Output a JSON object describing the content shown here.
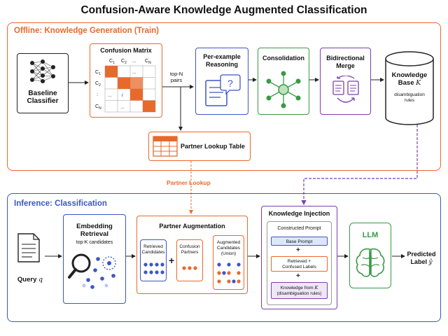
{
  "title": "Confusion-Aware Knowledge Augmented Classification",
  "colors": {
    "orange": "#e8692c",
    "blue": "#3d56c5",
    "green": "#3a9a48",
    "purple": "#7b3fb0",
    "dark": "#222222"
  },
  "offline": {
    "label": "Offline: Knowledge Generation (Train)",
    "baseline": {
      "line1": "Baseline",
      "line2": "Classifier"
    },
    "confusion": {
      "title": "Confusion Matrix",
      "cols": [
        "C",
        "C",
        "...",
        "C"
      ],
      "col_subs": [
        "1",
        "2",
        "",
        "N"
      ],
      "rows": [
        "C",
        "C",
        ":",
        "C"
      ],
      "row_subs": [
        "1",
        "2",
        "",
        "N"
      ],
      "cell_dots": "...",
      "cell_i": "i"
    },
    "topn": {
      "line1": "top-N",
      "line2": "pairs"
    },
    "reasoning": {
      "line1": "Per-example",
      "line2": "Reasoning",
      "q": "?"
    },
    "consolidation": {
      "label": "Consolidation"
    },
    "merge": {
      "line1": "Bidirectional",
      "line2": "Merge"
    },
    "kb": {
      "line1": "Knowledge",
      "line2": "Base",
      "symbol": "K",
      "sub1": "disambiguation",
      "sub2": "rules"
    },
    "lookup": {
      "label": "Partner Lookup Table"
    }
  },
  "partner_lookup": "Partner Lookup",
  "inference": {
    "label": "Inference: Classification",
    "query": {
      "label": "Query",
      "symbol": "q"
    },
    "embedding": {
      "line1": "Embedding",
      "line2": "Retrieval",
      "sub": "top-K candidates"
    },
    "augmentation": {
      "title": "Partner Augmentation",
      "retrieved": [
        "Retrieved",
        "Candidates"
      ],
      "partners": [
        "Confusion",
        "Partners"
      ],
      "augmented": [
        "Augmented",
        "Candidates",
        "(Union)"
      ],
      "plus": "+"
    },
    "injection": {
      "title": "Knowledge Injection",
      "constructed": "Constructed Prompt",
      "base": "Base Prompt",
      "retrieved": [
        "Retrieved +",
        "Confused Labels"
      ],
      "knowledge": [
        "Knowledge from",
        "(disambiguation rules)"
      ],
      "knowledge_symbol": "K",
      "plus": "+"
    },
    "llm": {
      "label": "LLM"
    },
    "predicted": {
      "line1": "Predicted",
      "line2": "Label",
      "symbol": "ŷ"
    }
  }
}
